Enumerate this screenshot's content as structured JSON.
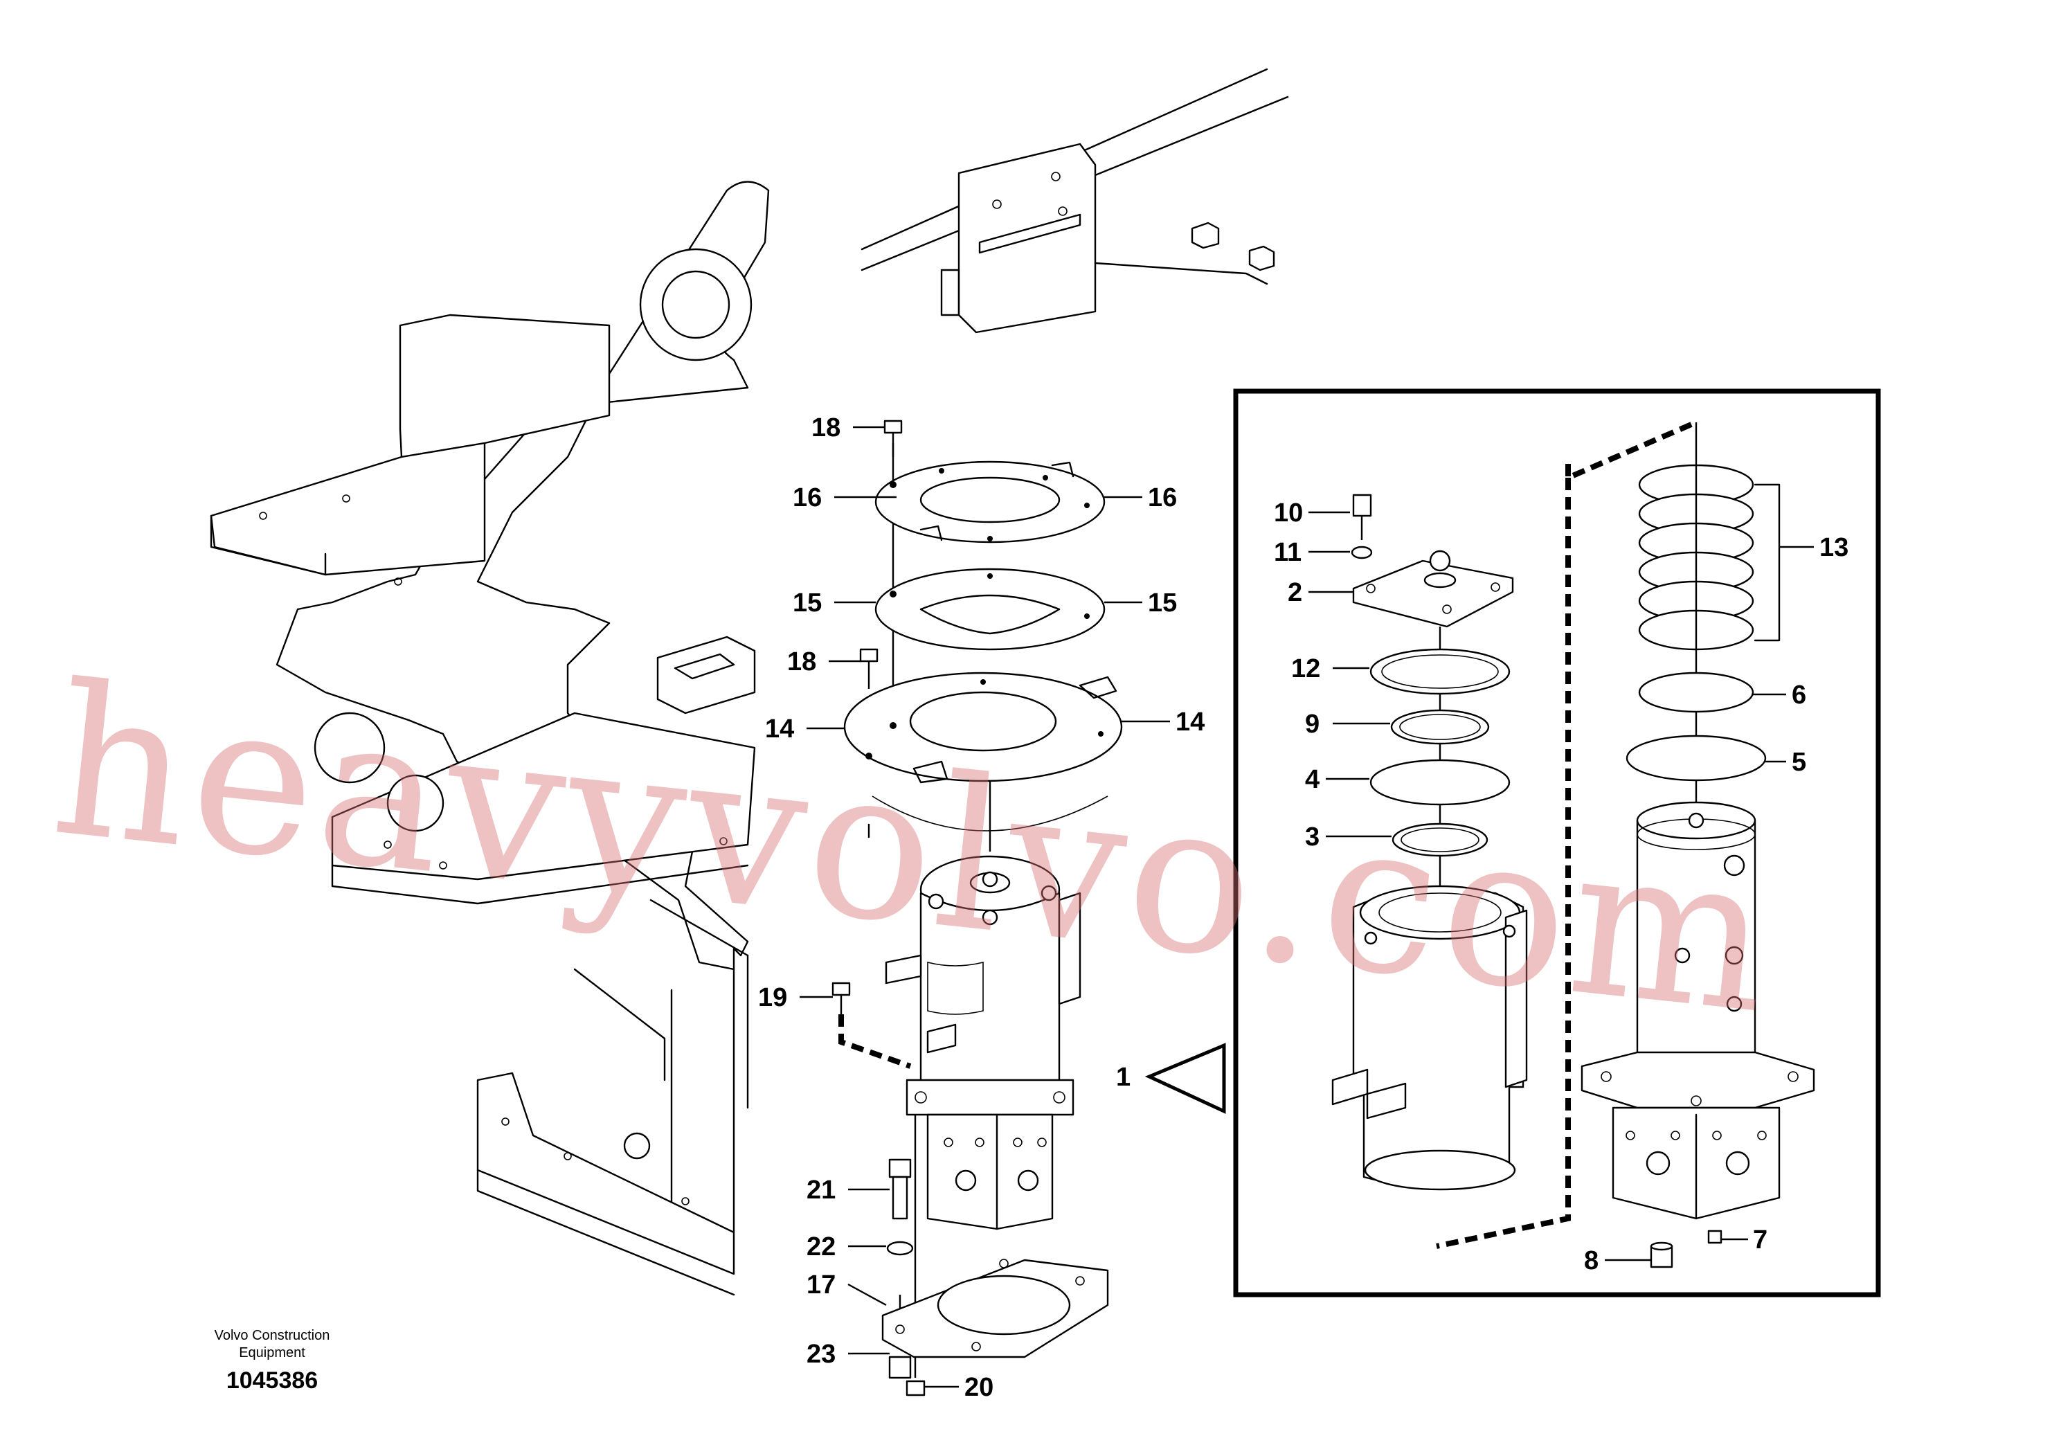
{
  "diagram": {
    "callouts": [
      "18",
      "16",
      "16",
      "15",
      "15",
      "18",
      "14",
      "14",
      "19",
      "1",
      "21",
      "22",
      "17",
      "23",
      "20",
      "10",
      "11",
      "2",
      "12",
      "9",
      "4",
      "3",
      "13",
      "6",
      "5",
      "8",
      "7"
    ],
    "caption_line1": "Volvo Construction",
    "caption_line2": "Equipment",
    "document_number": "1045386",
    "watermark": "heavyvolvo.com"
  }
}
